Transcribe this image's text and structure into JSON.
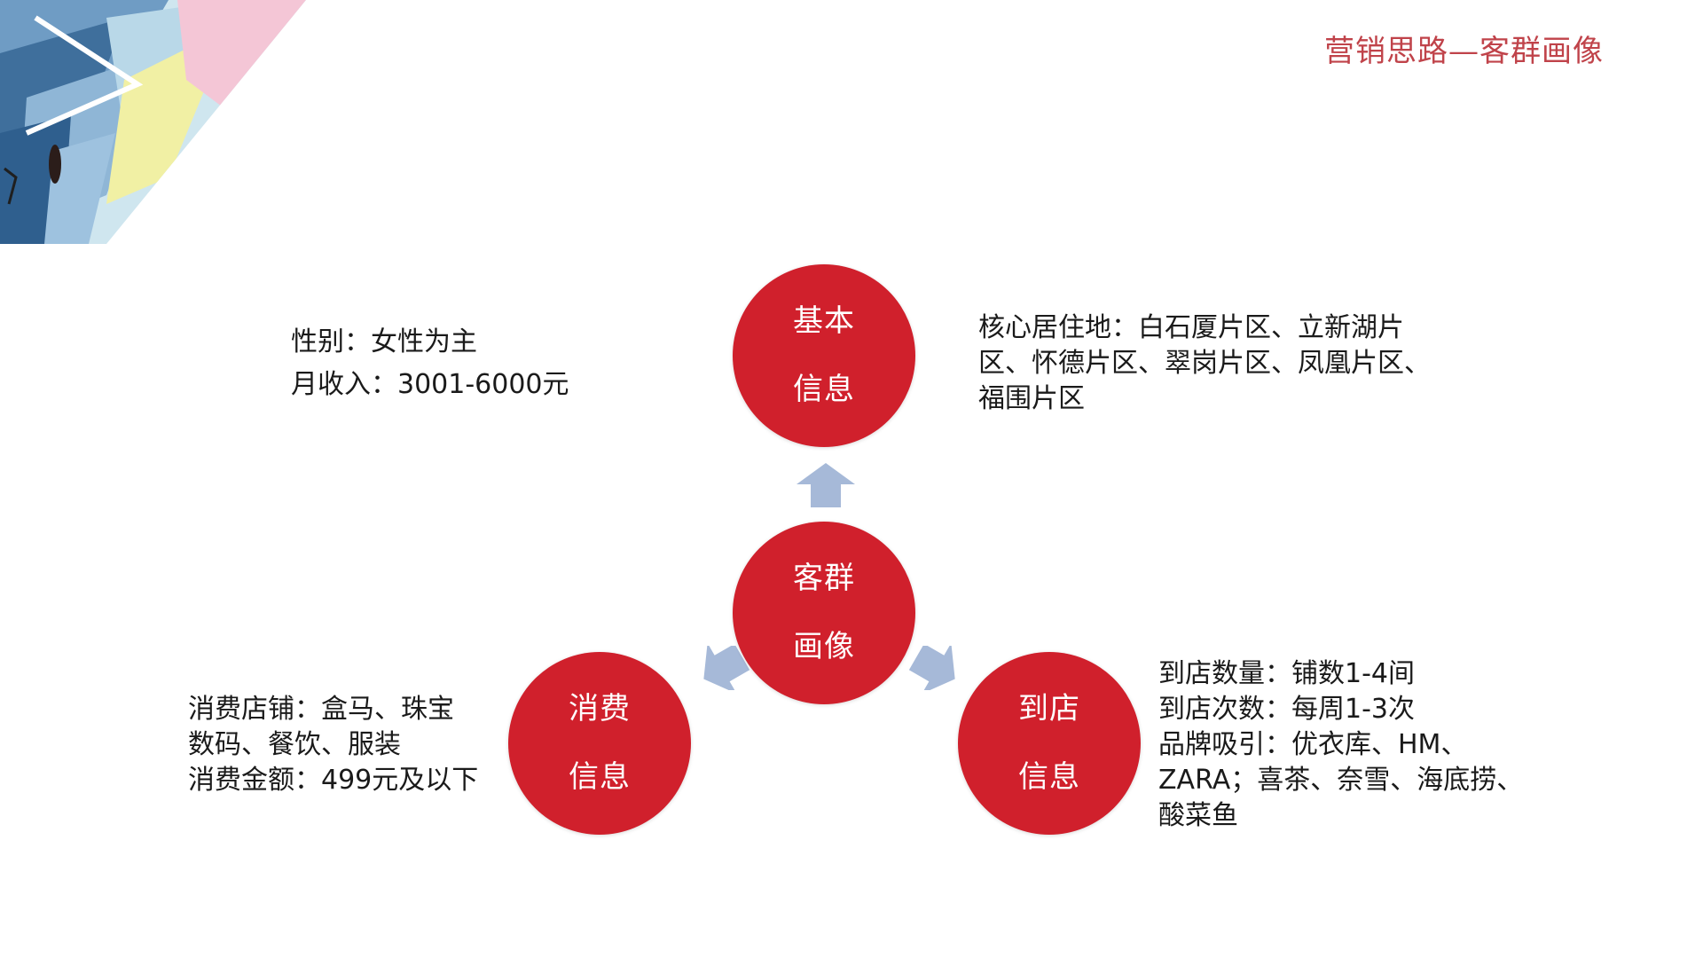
{
  "title": "营销思路—客群画像",
  "colors": {
    "title": "#c0434a",
    "circle": "#d0202c",
    "arrow": "#a6b9d8",
    "text": "#1a1a1a"
  },
  "diagram": {
    "center": {
      "line1": "客群",
      "line2": "画像"
    },
    "top": {
      "line1": "基本",
      "line2": "信息"
    },
    "left": {
      "line1": "消费",
      "line2": "信息"
    },
    "right": {
      "line1": "到店",
      "line2": "信息"
    }
  },
  "texts": {
    "basic_left": [
      "性别：女性为主",
      "月收入：3001-6000元"
    ],
    "basic_right": [
      "核心居住地：白石厦片区、立新湖片",
      "区、怀德片区、翠岗片区、凤凰片区、",
      "福围片区"
    ],
    "consume": [
      "消费店铺：盒马、珠宝",
      "数码、餐饮、服装",
      "消费金额：499元及以下"
    ],
    "visit": [
      "到店数量：铺数1-4间",
      "到店次数：每周1-3次",
      "品牌吸引：优衣库、HM、",
      "ZARA；喜茶、奈雪、海底捞、",
      "酸菜鱼"
    ]
  }
}
